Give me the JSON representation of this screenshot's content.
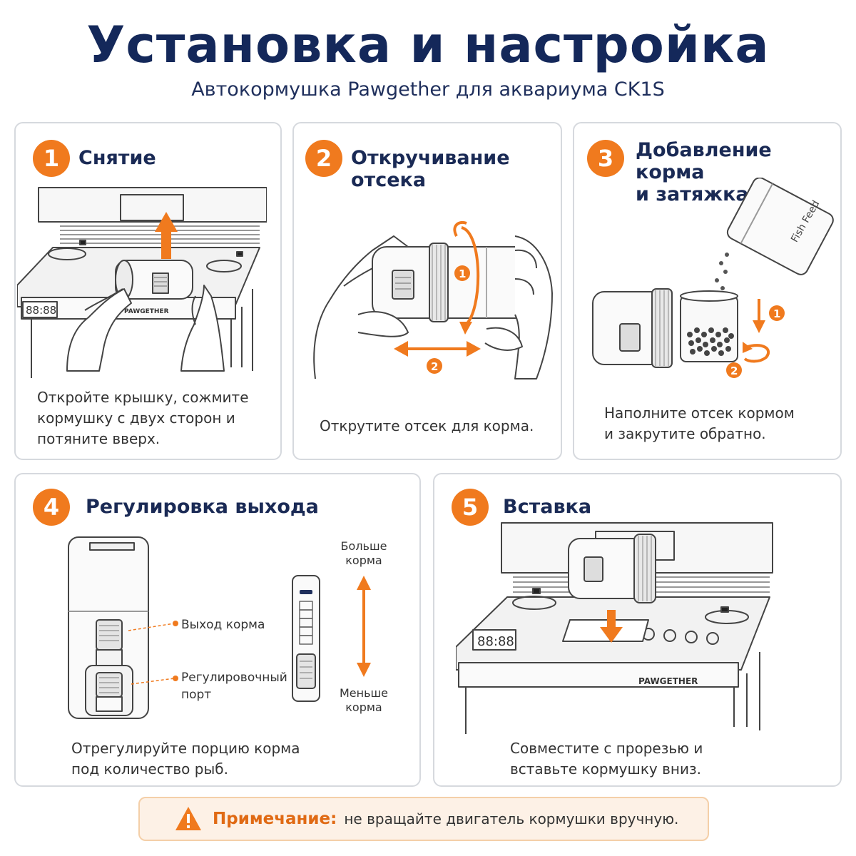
{
  "header": {
    "title": "Установка и настройка",
    "subtitle": "Автокормушка Pawgether для аквариума CK1S"
  },
  "steps": [
    {
      "number": "1",
      "title": "Снятие",
      "caption_lines": [
        "Откройте крышку, сожмите",
        "кормушку с двух сторон и",
        "потяните вверх."
      ]
    },
    {
      "number": "2",
      "title": "Откручивание отсека",
      "caption_lines": [
        "Открутите отсек для корма."
      ]
    },
    {
      "number": "3",
      "title_lines": [
        "Добавление корма",
        "и затяжка"
      ],
      "caption_lines": [
        "Наполните отсек кормом",
        "и закрутите обратно."
      ]
    },
    {
      "number": "4",
      "title": "Регулировка выхода",
      "caption_lines": [
        "Отрегулируйте порцию корма",
        "под количество рыб."
      ]
    },
    {
      "number": "5",
      "title": "Вставка",
      "caption_lines": [
        "Совместите с прорезью и",
        "вставьте кормушку вниз."
      ]
    }
  ],
  "illustrations": {
    "display_readout": "88:88",
    "brand_label": "PAWGETHER",
    "arrow_marker_1": "1",
    "arrow_marker_2": "2",
    "food_container_label": "Fish Feed",
    "outlet_label": "Выход корма",
    "port_label_lines": [
      "Регулировочный",
      "порт"
    ],
    "more_food_lines": [
      "Больше",
      "корма"
    ],
    "less_food_lines": [
      "Меньше",
      "корма"
    ]
  },
  "note": {
    "label": "Примечание:",
    "text": "не вращайте двигатель кормушки вручную."
  },
  "colors": {
    "accent": "#f07a1e",
    "title_navy": "#14285a"
  }
}
